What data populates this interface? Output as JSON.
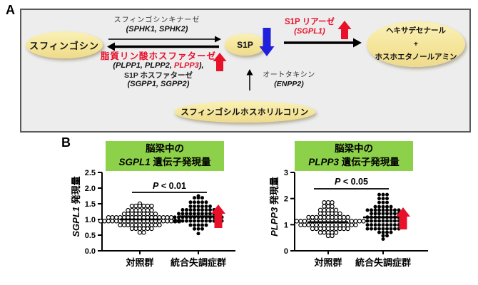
{
  "colors": {
    "red": "#e8112a",
    "blue": "#2121dd",
    "green": "#8dd04a",
    "yellow": "#f3e294",
    "yellow_light": "#f9efb2",
    "yellow_dark": "#eeda8e",
    "panel_bg": "#ededed"
  },
  "panel_a": {
    "label": "A",
    "nodes": {
      "sphingosine": "スフィンゴシン",
      "s1p": "S1P",
      "product_line1": "ヘキサデセナール",
      "product_line2": "+",
      "product_line3": "ホスホエタノールアミン",
      "spc": "スフィンゴシルホスホリルコリン"
    },
    "labels": {
      "kinase": "スフィンゴシンキナーゼ",
      "kinase_genes": "(SPHK1, SPHK2)",
      "lpp": "脂質リン酸ホスファターゼ",
      "lpp_genes_pre": "(PLPP1, PLPP2, ",
      "lpp_gene_highlight": "PLPP3",
      "lpp_genes_post": "),",
      "s1p_phosphatase": "S1P ホスファターゼ",
      "s1p_phosphatase_genes": "(SGPP1, SGPP2)",
      "lyase": "S1P リアーゼ",
      "lyase_gene": "(SGPL1)",
      "autotaxin": "オートタキシン",
      "autotaxin_gene": "(ENPP2)",
      "s1p_change": "down",
      "lpp_change": "up",
      "lyase_change": "up"
    }
  },
  "panel_b": {
    "label": "B"
  },
  "chart_data": [
    {
      "type": "scatter",
      "variant": "beeswarm-dotplot",
      "title_line1": "脳梁中の",
      "title_gene": "SGPL1",
      "title_rest": " 遺伝子発現量",
      "ylabel_gene": "SGPL1",
      "ylabel_rest": " 発現量",
      "ylim": [
        0,
        2.5
      ],
      "ytick_values": [
        0,
        0.5,
        1.0,
        1.5,
        2.0,
        2.5
      ],
      "yticks": [
        "0.0",
        "0.5",
        "1.0",
        "1.5",
        "2.0",
        "2.5"
      ],
      "categories": [
        "対照群",
        "統合失調症群"
      ],
      "p_label": "P < 0.01",
      "grid": false,
      "legend": "none",
      "change_annotation": "red-up-arrow",
      "series": [
        {
          "name": "対照群",
          "marker": "open-circle",
          "mean": 1.0,
          "values": [
            0.55,
            0.62,
            0.65,
            0.68,
            0.7,
            0.72,
            0.74,
            0.75,
            0.76,
            0.78,
            0.8,
            0.8,
            0.82,
            0.82,
            0.84,
            0.85,
            0.85,
            0.86,
            0.87,
            0.88,
            0.88,
            0.9,
            0.9,
            0.9,
            0.92,
            0.92,
            0.93,
            0.94,
            0.95,
            0.95,
            0.96,
            0.96,
            0.97,
            0.98,
            0.98,
            0.99,
            1.0,
            1.0,
            1.0,
            1.0,
            1.01,
            1.02,
            1.02,
            1.03,
            1.04,
            1.04,
            1.05,
            1.05,
            1.06,
            1.07,
            1.08,
            1.08,
            1.1,
            1.1,
            1.1,
            1.12,
            1.12,
            1.14,
            1.15,
            1.15,
            1.16,
            1.18,
            1.18,
            1.2,
            1.2,
            1.22,
            1.25,
            1.25,
            1.28,
            1.3,
            1.3,
            1.32,
            1.35,
            1.38,
            1.4,
            1.42,
            1.45,
            1.45,
            1.48,
            1.5
          ]
        },
        {
          "name": "統合失調症群",
          "marker": "filled-circle",
          "mean": 1.1,
          "values": [
            0.55,
            0.65,
            0.7,
            0.75,
            0.78,
            0.8,
            0.82,
            0.85,
            0.85,
            0.88,
            0.9,
            0.9,
            0.92,
            0.94,
            0.95,
            0.95,
            0.96,
            0.98,
            0.98,
            1.0,
            1.0,
            1.0,
            1.02,
            1.02,
            1.04,
            1.05,
            1.05,
            1.06,
            1.08,
            1.08,
            1.1,
            1.1,
            1.1,
            1.12,
            1.12,
            1.14,
            1.15,
            1.15,
            1.16,
            1.18,
            1.18,
            1.2,
            1.2,
            1.22,
            1.22,
            1.24,
            1.25,
            1.26,
            1.28,
            1.3,
            1.3,
            1.32,
            1.34,
            1.35,
            1.35,
            1.38,
            1.4,
            1.4,
            1.42,
            1.45,
            1.45,
            1.5,
            1.52,
            1.55,
            1.58,
            1.6,
            1.65,
            1.7,
            1.72,
            1.75
          ]
        }
      ]
    },
    {
      "type": "scatter",
      "variant": "beeswarm-dotplot",
      "title_line1": "脳梁中の",
      "title_gene": "PLPP3",
      "title_rest": " 遺伝子発現量",
      "ylabel_gene": "PLPP3",
      "ylabel_rest": " 発現量",
      "ylim": [
        0,
        3
      ],
      "ytick_values": [
        0,
        1,
        2,
        3
      ],
      "yticks": [
        "0",
        "1",
        "2",
        "3"
      ],
      "categories": [
        "対照群",
        "統合失調症群"
      ],
      "p_label": "P < 0.05",
      "grid": false,
      "legend": "none",
      "change_annotation": "red-up-arrow",
      "series": [
        {
          "name": "対照群",
          "marker": "open-circle",
          "mean": 1.1,
          "values": [
            0.55,
            0.6,
            0.65,
            0.68,
            0.7,
            0.72,
            0.75,
            0.78,
            0.8,
            0.8,
            0.82,
            0.85,
            0.85,
            0.88,
            0.88,
            0.9,
            0.9,
            0.92,
            0.92,
            0.95,
            0.95,
            0.96,
            0.98,
            0.98,
            1.0,
            1.0,
            1.0,
            1.02,
            1.02,
            1.04,
            1.05,
            1.05,
            1.06,
            1.08,
            1.08,
            1.1,
            1.1,
            1.1,
            1.1,
            1.12,
            1.12,
            1.14,
            1.15,
            1.15,
            1.16,
            1.18,
            1.18,
            1.2,
            1.2,
            1.2,
            1.22,
            1.22,
            1.25,
            1.25,
            1.28,
            1.28,
            1.3,
            1.3,
            1.32,
            1.35,
            1.35,
            1.38,
            1.4,
            1.4,
            1.42,
            1.45,
            1.48,
            1.5,
            1.52,
            1.55,
            1.6,
            1.62,
            1.65,
            1.7,
            1.75,
            1.8,
            1.85,
            1.9
          ]
        },
        {
          "name": "統合失調症群",
          "marker": "filled-circle",
          "mean": 1.28,
          "values": [
            0.45,
            0.55,
            0.6,
            0.65,
            0.7,
            0.72,
            0.75,
            0.78,
            0.8,
            0.8,
            0.82,
            0.85,
            0.85,
            0.88,
            0.9,
            0.9,
            0.92,
            0.95,
            0.95,
            0.98,
            1.0,
            1.0,
            1.02,
            1.05,
            1.05,
            1.08,
            1.1,
            1.1,
            1.12,
            1.15,
            1.15,
            1.18,
            1.2,
            1.2,
            1.22,
            1.25,
            1.25,
            1.25,
            1.28,
            1.3,
            1.3,
            1.32,
            1.35,
            1.35,
            1.38,
            1.4,
            1.4,
            1.42,
            1.42,
            1.45,
            1.45,
            1.48,
            1.5,
            1.5,
            1.52,
            1.55,
            1.55,
            1.58,
            1.6,
            1.6,
            1.62,
            1.65,
            1.65,
            1.68,
            1.7,
            1.75,
            1.8,
            1.85,
            1.9,
            1.95,
            2.0,
            2.05,
            2.1,
            2.15,
            2.2
          ]
        }
      ]
    }
  ]
}
